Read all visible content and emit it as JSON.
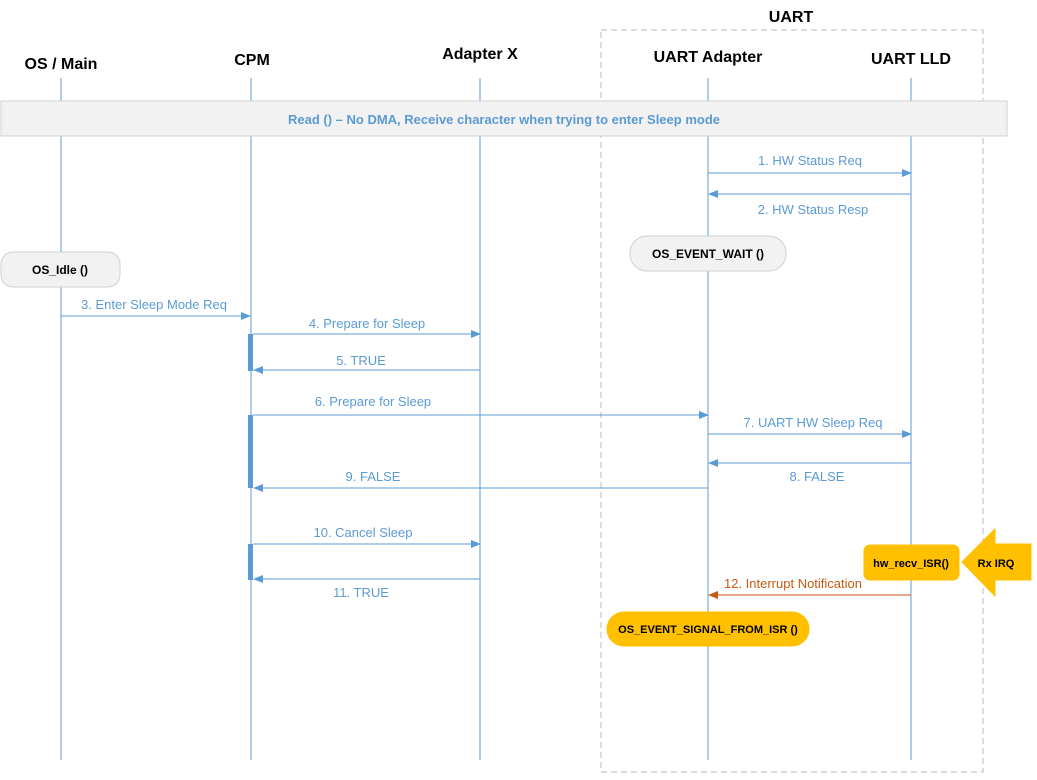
{
  "participants": {
    "os_main": "OS / Main",
    "cpm": "CPM",
    "adapter_x": "Adapter X",
    "uart_adapter": "UART Adapter",
    "uart_lld": "UART LLD"
  },
  "group": {
    "label": "UART"
  },
  "note": {
    "text": "Read () – No DMA, Receive character when trying to enter Sleep mode"
  },
  "states": {
    "os_event_wait": "OS_EVENT_WAIT ()",
    "os_idle": "OS_Idle ()",
    "hw_recv_isr": "hw_recv_ISR()",
    "os_event_signal": "OS_EVENT_SIGNAL_FROM_ISR ()"
  },
  "rx_irq": {
    "label": "Rx IRQ"
  },
  "messages": [
    {
      "text": "1. HW Status Req"
    },
    {
      "text": "2. HW Status Resp"
    },
    {
      "text": "3. Enter Sleep Mode Req"
    },
    {
      "text": "4. Prepare for Sleep"
    },
    {
      "text": "5. TRUE"
    },
    {
      "text": "6. Prepare for Sleep"
    },
    {
      "text": "7. UART HW Sleep Req"
    },
    {
      "text": "8. FALSE"
    },
    {
      "text": "9. FALSE"
    },
    {
      "text": "10. Cancel Sleep"
    },
    {
      "text": "11. TRUE"
    },
    {
      "text": "12. Interrupt Notification"
    }
  ],
  "colors": {
    "lifeline": "#5b9bd5",
    "message": "#5b9bd5",
    "interrupt": "#c55a11",
    "highlight": "#ffc000",
    "note_bg": "#f2f2f2"
  }
}
